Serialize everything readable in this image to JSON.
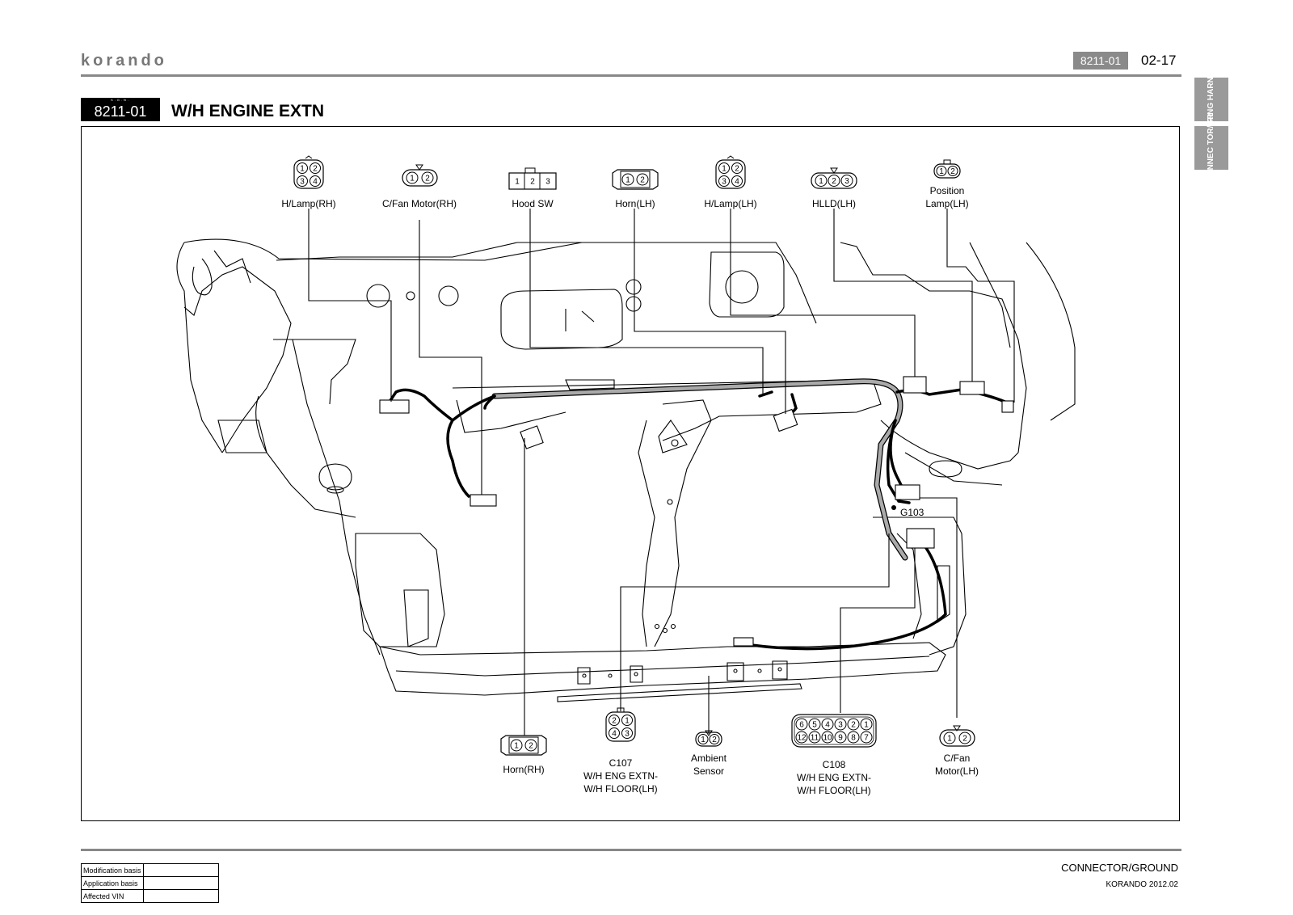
{
  "header": {
    "logo": "korando",
    "code_badge": "8211-01",
    "page_number": "02-17"
  },
  "side_tabs": [
    "WIRING HARNES",
    "CONNEC TOR/GR"
  ],
  "section": {
    "small_label": "S.G.N.",
    "code": "8211-01",
    "title": "W/H ENGINE EXTN"
  },
  "connectors_top": [
    {
      "label": "H/Lamp(RH)",
      "pins": [
        "1",
        "2",
        "3",
        "4"
      ],
      "key": "M"
    },
    {
      "label": "C/Fan Motor(RH)",
      "pins": [
        "1",
        "2"
      ],
      "key": "▽"
    },
    {
      "label": "Hood SW",
      "pins": [
        "1",
        "2",
        "3"
      ]
    },
    {
      "label": "Horn(LH)",
      "pins": [
        "1",
        "2"
      ]
    },
    {
      "label": "H/Lamp(LH)",
      "pins": [
        "1",
        "2",
        "3",
        "4"
      ],
      "key": "M"
    },
    {
      "label": "HLLD(LH)",
      "pins": [
        "1",
        "2",
        "3"
      ],
      "key": "▽"
    },
    {
      "label_lines": [
        "Position",
        "Lamp(LH)"
      ],
      "pins": [
        "1",
        "2"
      ]
    }
  ],
  "connectors_bottom": [
    {
      "label": "Horn(RH)",
      "pins": [
        "1",
        "2"
      ]
    },
    {
      "label_lines": [
        "C107",
        "W/H ENG EXTN-",
        "W/H FLOOR(LH)"
      ],
      "pins": [
        "2",
        "1",
        "4",
        "3"
      ]
    },
    {
      "label_lines": [
        "Ambient",
        "Sensor"
      ],
      "pins": [
        "1",
        "2"
      ]
    },
    {
      "label_lines": [
        "C108",
        "W/H ENG EXTN-",
        "W/H FLOOR(LH)"
      ],
      "pins": [
        "6",
        "5",
        "4",
        "3",
        "2",
        "1",
        "12",
        "11",
        "10",
        "9",
        "8",
        "7"
      ]
    },
    {
      "label_lines": [
        "C/Fan",
        "Motor(LH)"
      ],
      "pins": [
        "1",
        "2"
      ]
    }
  ],
  "ground_label": "G103",
  "footer": {
    "title": "CONNECTOR/GROUND",
    "subtitle": "KORANDO 2012.02",
    "table": [
      {
        "key": "Modification basis",
        "value": ""
      },
      {
        "key": "Application basis",
        "value": ""
      },
      {
        "key": "Affected VIN",
        "value": ""
      }
    ]
  }
}
